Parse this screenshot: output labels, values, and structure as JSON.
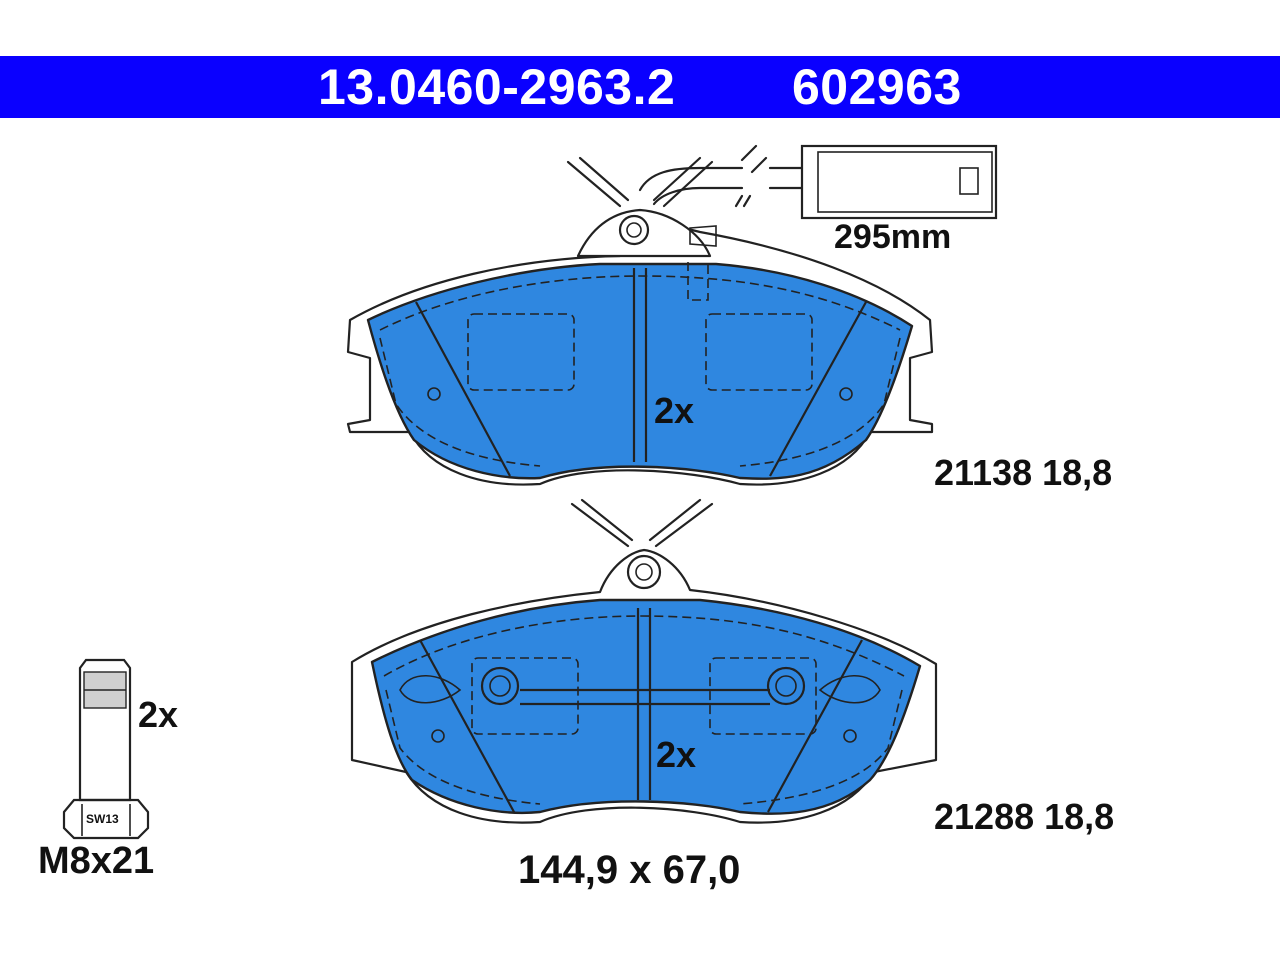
{
  "header": {
    "part_number": "13.0460-2963.2",
    "ref_number": "602963",
    "background_color": "#0a00ff",
    "text_color": "#ffffff"
  },
  "sensor": {
    "cable_length": "295mm"
  },
  "pad_upper": {
    "quantity": "2x",
    "spec": "21138 18,8"
  },
  "pad_lower": {
    "quantity": "2x",
    "spec": "21288 18,8"
  },
  "bolt": {
    "quantity": "2x",
    "size": "M8x21",
    "wrench": "SW13"
  },
  "dimensions": "144,9 x 67,0",
  "lining_color": "#2f87e0"
}
